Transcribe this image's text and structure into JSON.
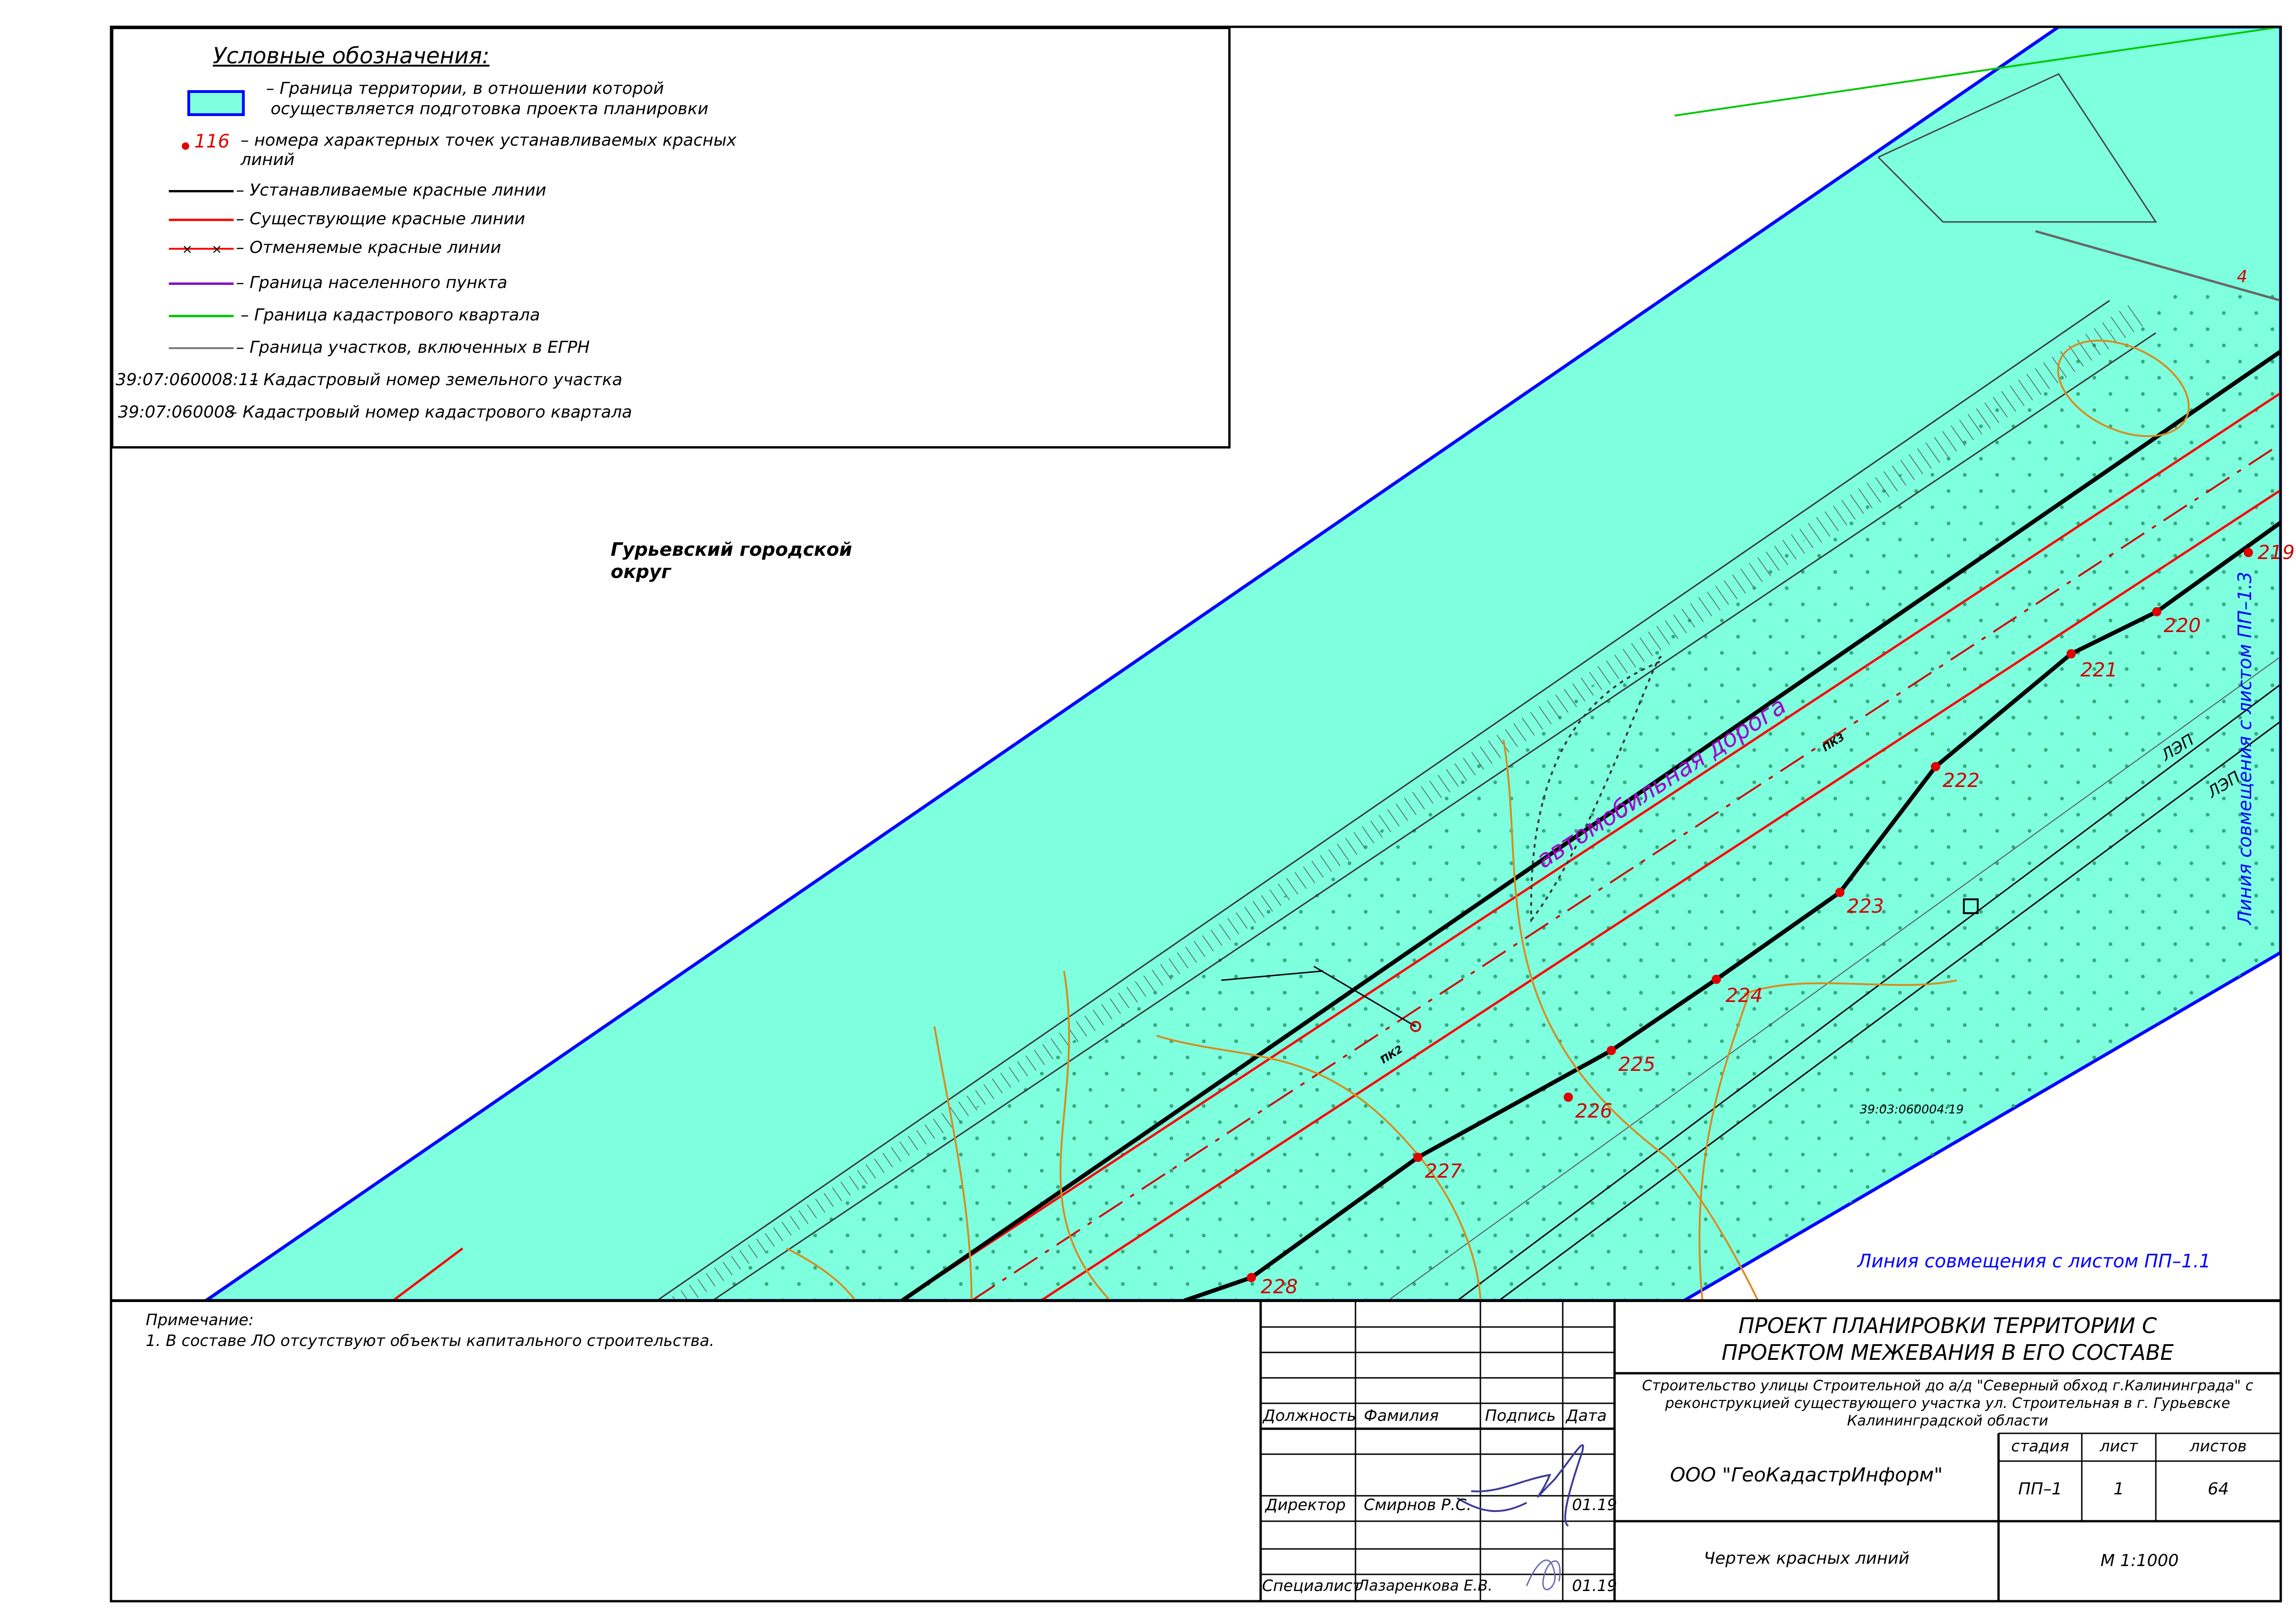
{
  "legend": {
    "title": "Условные обозначения:",
    "items": [
      {
        "text": "– Граница территории, в отношении которой",
        "text2": "осуществляется подготовка проекта планировки"
      },
      {
        "sample": "116",
        "text": "– номера характерных точек устанавливаемых красных",
        "text2": "линий"
      },
      {
        "text": "– Устанавливаемые красные линии"
      },
      {
        "text": "– Существующие красные линии"
      },
      {
        "text": "– Отменяемые красные линии"
      },
      {
        "text": "– Граница населенного пункта"
      },
      {
        "text": "– Граница кадастрового квартала"
      },
      {
        "text": "– Граница участков, включенных в ЕГРН"
      },
      {
        "code": "39:07:060008:11",
        "text": "– Кадастровый номер земельного участка"
      },
      {
        "code": "39:07:060008",
        "text": "– Кадастровый номер кадастрового квартала"
      }
    ]
  },
  "map": {
    "district": [
      "Гурьевский городской",
      "округ"
    ],
    "road_label": "автомобильная дорога",
    "match_line_top": "Линия совмещения с листом ПП–1.3",
    "match_line_bottom": "Линия совмещения с листом ПП–1.1",
    "parcel_code": "39:03:060004:19",
    "power_line_1": "ЛЭП",
    "power_line_2": "ЛЭП",
    "pk2": "ПК2",
    "pk3": "ПК3",
    "points": [
      "219",
      "220",
      "221",
      "222",
      "223",
      "224",
      "225",
      "226",
      "227",
      "228"
    ],
    "corner_point": "4"
  },
  "colors": {
    "territory_fill": "#7effde",
    "territory_border": "#0000ff",
    "red_line": "#ff0000",
    "point": "#e00000",
    "contour": "#d98a1e",
    "road_text": "#a000c8"
  },
  "note": {
    "title": "Примечание:",
    "line1": "1. В составе ЛО отсутствуют объекты капитального строительства."
  },
  "title_block": {
    "main_title_1": "ПРОЕКТ ПЛАНИРОВКИ ТЕРРИТОРИИ С",
    "main_title_2": "ПРОЕКТОМ МЕЖЕВАНИЯ В ЕГО СОСТАВЕ",
    "subtitle_1": "Строительство улицы Строительной до а/д \"Северный обход г.Калининграда\" с",
    "subtitle_2": "реконструкцией существующего участка ул. Строительная в г. Гурьевске",
    "subtitle_3": "Калининградской области",
    "col_position": "Должность",
    "col_surname": "Фамилия",
    "col_signature": "Подпись",
    "col_date": "Дата",
    "row1_position": "Директор",
    "row1_name": "Смирнов Р.С.",
    "row1_date": "01.19",
    "row2_position": "Специалист",
    "row2_name": "Лазаренкова Е.В.",
    "row2_date": "01.19",
    "company": "ООО \"ГеоКадастрИнформ\"",
    "stage_label": "стадия",
    "sheet_label": "лист",
    "sheets_label": "листов",
    "stage": "ПП–1",
    "sheet": "1",
    "sheets": "64",
    "drawing_name": "Чертеж красных линий",
    "scale": "М 1:1000"
  }
}
